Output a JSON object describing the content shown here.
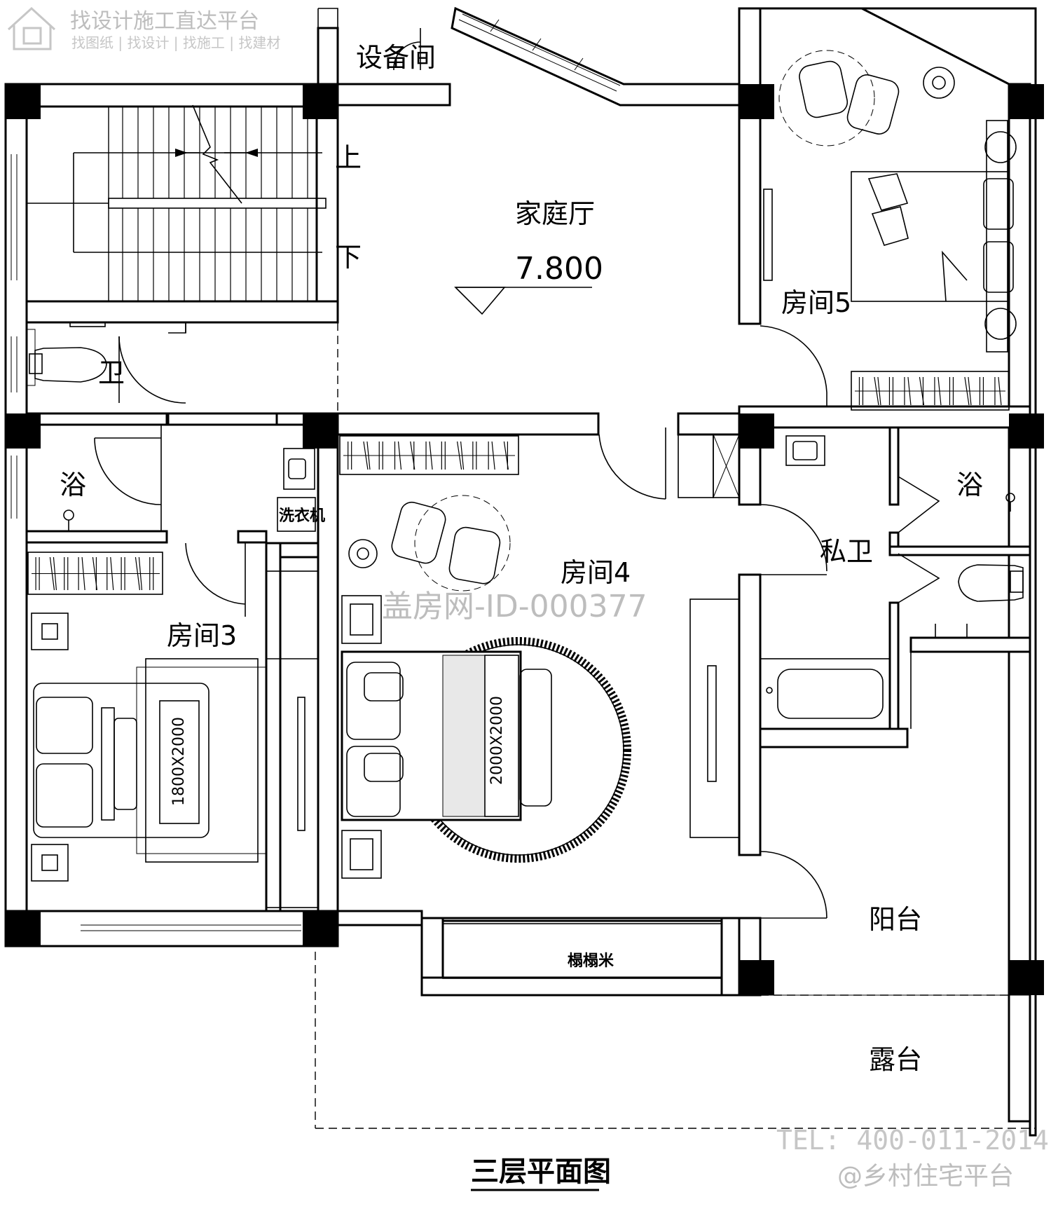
{
  "title": "三层平面图",
  "elevation": "7.800",
  "rooms": {
    "family_hall": "家庭厅",
    "equipment_room": "设备间",
    "room3": "房间3",
    "room4": "房间4",
    "room5": "房间5",
    "wc": "卫",
    "bath_left": "浴",
    "bath_right": "浴",
    "private_wc": "私卫",
    "balcony": "阳台",
    "terrace": "露台",
    "tatami": "榻榻米",
    "laundry": "洗衣机"
  },
  "stairs": {
    "up": "上",
    "down": "下"
  },
  "beds": {
    "room3": "1800X2000",
    "room4": "2000X2000"
  },
  "watermarks": {
    "logo_title": "找设计施工直达平台",
    "logo_sub": "找图纸 | 找设计 | 找施工 | 找建材",
    "center_id": "盖房网-ID-000377",
    "tel": "TEL: 400-011-2014",
    "platform": "@乡村住宅平台"
  }
}
